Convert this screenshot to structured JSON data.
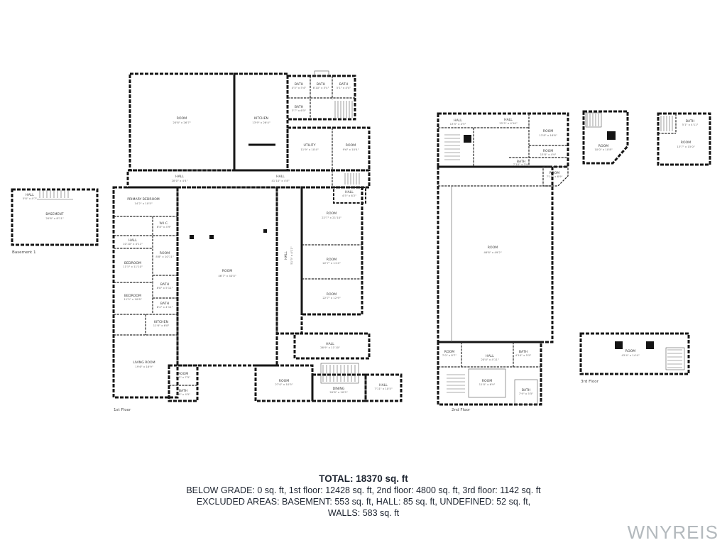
{
  "summary": {
    "total": "TOTAL: 18370 sq. ft",
    "by_floor": "BELOW GRADE: 0 sq. ft, 1st floor: 12428 sq. ft, 2nd floor: 4800 sq. ft, 3rd floor: 1142 sq. ft",
    "excluded": "EXCLUDED AREAS: BASEMENT: 553 sq. ft, HALL: 85 sq. ft, UNDEFINED: 52 sq. ft,",
    "walls": "WALLS: 583 sq. ft"
  },
  "watermark": "WNYREIS",
  "colors": {
    "walls": "#161616",
    "watermark": "#b3b9bd"
  },
  "floors": {
    "basement": {
      "label": "Basement 1",
      "rooms": {
        "hall": {
          "name": "HALL",
          "dims": "5'8\" x 4'7\""
        },
        "main": {
          "name": "BASEMENT",
          "dims": "20'8\" x 8'11\""
        }
      }
    },
    "first": {
      "label": "1st Floor",
      "rooms": {
        "room_tl": {
          "name": "ROOM",
          "dims": "20'8\" x 26'7\""
        },
        "kitchen_top": {
          "name": "KITCHEN",
          "dims": "13'9\" x 26'4\""
        },
        "bath1": {
          "name": "BATH",
          "dims": "4'5\" x 5'4\""
        },
        "bath2": {
          "name": "BATH",
          "dims": "6'10\" x 5'4\""
        },
        "bath3": {
          "name": "BATH",
          "dims": "5'1\" x 4'4\""
        },
        "bath4": {
          "name": "BATH",
          "dims": "3'7\" x 6'5\""
        },
        "utility": {
          "name": "UTILITY",
          "dims": "11'9\" x 10'4\""
        },
        "room_ur": {
          "name": "ROOM",
          "dims": "9'6\" x 10'4\""
        },
        "hall_top": {
          "name": "HALL",
          "dims": "28'0\" x 4'4\""
        },
        "hall_top2": {
          "name": "HALL",
          "dims": "41'10\" x 4'8\""
        },
        "hall_small": {
          "name": "HALL",
          "dims": "4'5\" x 6'2\""
        },
        "primary": {
          "name": "PRIMARY BEDROOM",
          "dims": "14'2\" x 10'5\""
        },
        "wic": {
          "name": "W.I.C.",
          "dims": "6'8\" x 4'9\""
        },
        "hall_left": {
          "name": "HALL",
          "dims": "10'10\" x 4'11\""
        },
        "room_mid": {
          "name": "ROOM",
          "dims": "8'8\" x 10'11\""
        },
        "bedroom1": {
          "name": "BEDROOM",
          "dims": "11'5\" x 11'10\""
        },
        "bath5": {
          "name": "BATH",
          "dims": "8'8\" x 5'11\""
        },
        "bedroom2": {
          "name": "BEDROOM",
          "dims": "11'5\" x 10'8\""
        },
        "bath6": {
          "name": "BATH",
          "dims": "6'4\" x 4'11\""
        },
        "kitchen2": {
          "name": "KITCHEN",
          "dims": "11'6\" x 6'8\""
        },
        "living": {
          "name": "LIVING ROOM",
          "dims": "19'6\" x 16'9\""
        },
        "room_center": {
          "name": "ROOM",
          "dims": "46'7\" x 40'0\""
        },
        "hall_vert": {
          "name": "HALL",
          "dims": "51'3\" x 4'11\""
        },
        "room_r1": {
          "name": "ROOM",
          "dims": "22'7\" x 21'10\""
        },
        "room_r2": {
          "name": "ROOM",
          "dims": "22'7\" x 11'4\""
        },
        "room_r3": {
          "name": "ROOM",
          "dims": "22'7\" x 12'9\""
        },
        "hall_bottom": {
          "name": "HALL",
          "dims": "26'9\" x 11'10\""
        },
        "room_b1": {
          "name": "ROOM",
          "dims": "27'0\" x 10'5\""
        },
        "dining": {
          "name": "DINING",
          "dims": "20'8\" x 10'5\""
        },
        "hall_b2": {
          "name": "HALL",
          "dims": "7'11\" x 10'5\""
        },
        "room_b2": {
          "name": "ROOM",
          "dims": "6'5\" x 7'5\""
        },
        "bath7": {
          "name": "BATH",
          "dims": "4'8\" x 4'5\""
        }
      }
    },
    "second": {
      "label": "2nd Floor",
      "rooms": {
        "hall1": {
          "name": "HALL",
          "dims": "13'5\" x 4'9\""
        },
        "hall2": {
          "name": "HALL",
          "dims": "22'5\" x 4'10\""
        },
        "room1": {
          "name": "ROOM",
          "dims": "13'8\" x 16'8\""
        },
        "room2": {
          "name": "ROOM",
          "dims": "13'8\" x 4'9\""
        },
        "bath1": {
          "name": "BATH",
          "dims": "7'10\" x 3'9\""
        },
        "room3": {
          "name": "ROOM",
          "dims": "7'10\" x 6'9\""
        },
        "room_big": {
          "name": "ROOM",
          "dims": "46'8\" x 49'2\""
        },
        "room_bl": {
          "name": "ROOM",
          "dims": "7'0\" x 8'7\""
        },
        "hall3": {
          "name": "HALL",
          "dims": "20'0\" x 4'11\""
        },
        "bath2": {
          "name": "BATH",
          "dims": "4'10\" x 5'5\""
        },
        "room_b": {
          "name": "ROOM",
          "dims": "11'0\" x 6'9\""
        },
        "bath3": {
          "name": "BATH",
          "dims": "7'9\" x 5'5\""
        }
      }
    },
    "third": {
      "label": "3rd Floor",
      "rooms": {
        "room_a": {
          "name": "ROOM",
          "dims": "10'0\" x 10'8\""
        },
        "bath_b": {
          "name": "BATH",
          "dims": "5'1\" x 4'11\""
        },
        "room_b": {
          "name": "ROOM",
          "dims": "13'7\" x 15'0\""
        },
        "room_long": {
          "name": "ROOM",
          "dims": "43'4\" x 14'4\""
        }
      }
    }
  }
}
